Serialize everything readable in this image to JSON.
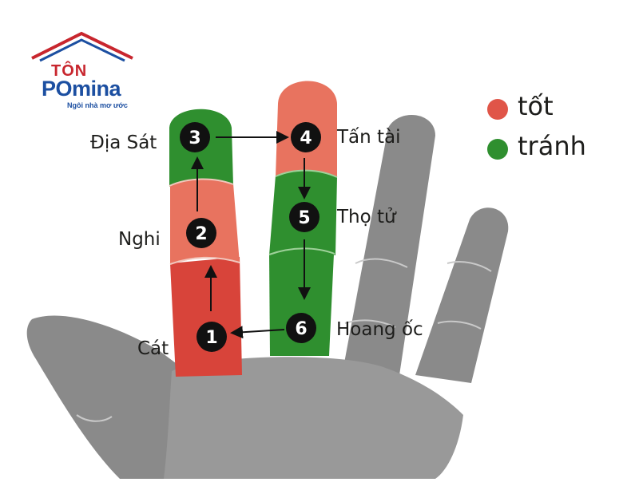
{
  "logo": {
    "brand_top": "TÔN",
    "brand_main": "POmina",
    "tagline": "Ngôi nhà mơ ước"
  },
  "legend": {
    "items": [
      {
        "label": "tốt",
        "color": "#e05548"
      },
      {
        "label": "tránh",
        "color": "#2f8f2f"
      }
    ]
  },
  "positions": [
    {
      "number": "1",
      "label": "Cát"
    },
    {
      "number": "2",
      "label": "Nghi"
    },
    {
      "number": "3",
      "label": "Địa Sát"
    },
    {
      "number": "4",
      "label": "Tấn tài"
    },
    {
      "number": "5",
      "label": "Thọ tử"
    },
    {
      "number": "6",
      "label": "Hoang ốc"
    }
  ],
  "colors": {
    "hand_gray": "#8a8a8a",
    "hand_gray_light": "#9a9a9a",
    "good_red": "#d8443a",
    "good_salmon": "#e8735f",
    "avoid_green": "#2f8f2f",
    "badge": "#111111"
  }
}
